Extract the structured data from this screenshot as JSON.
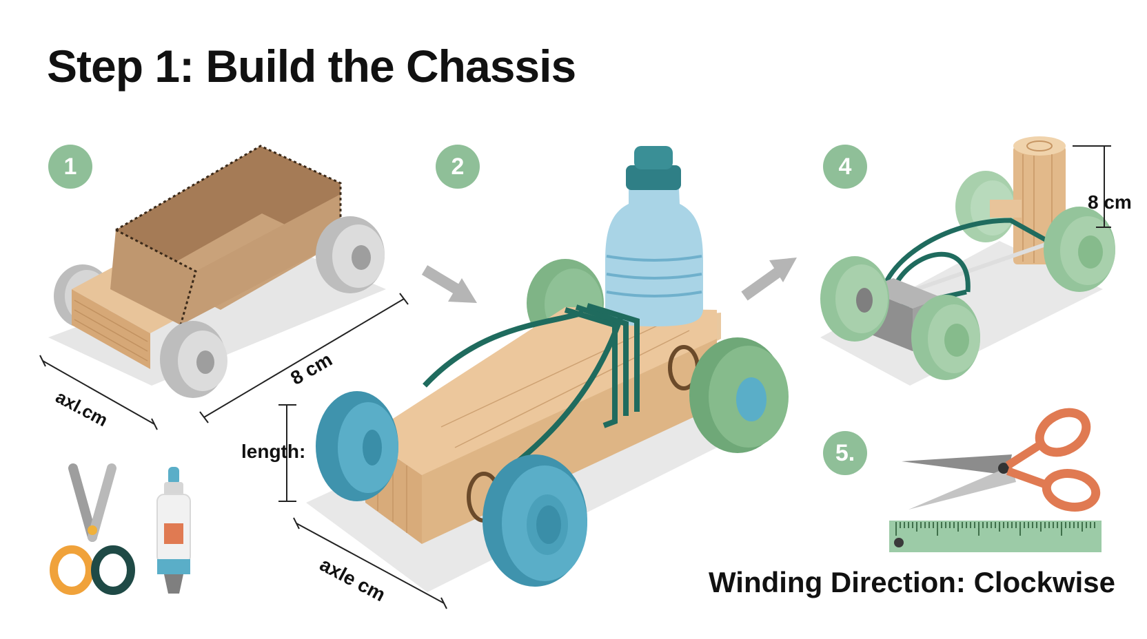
{
  "title": "Step 1: Build the Chassis",
  "steps": [
    {
      "label": "1"
    },
    {
      "label": "2"
    },
    {
      "label": "4"
    },
    {
      "label": "5."
    }
  ],
  "labels": {
    "panel1_length": "8 cm",
    "panel1_axle": "axl.cm",
    "panel2_height": "length:",
    "panel2_axle": "axle cm",
    "panel4_height": "8 cm"
  },
  "footer": {
    "winding": "Winding Direction: Clockwise"
  },
  "colors": {
    "badge_green": "#8fbf98",
    "cardboard": "#c9a27a",
    "wood": "#e8c49a",
    "rubber_band": "#1f6b5e",
    "bottle": "#a9d4e6",
    "cap": "#2f7f86",
    "wheel_blue": "#5aaec8",
    "wheel_green": "#86bb8c",
    "wheel_grey": "#cfcfcf",
    "scissors_orange": "#e07a52",
    "ruler": "#9ccba7"
  },
  "icons": [
    "scissors-icon",
    "glue-bottle-icon",
    "ruler-icon",
    "arrow-right-icon"
  ]
}
